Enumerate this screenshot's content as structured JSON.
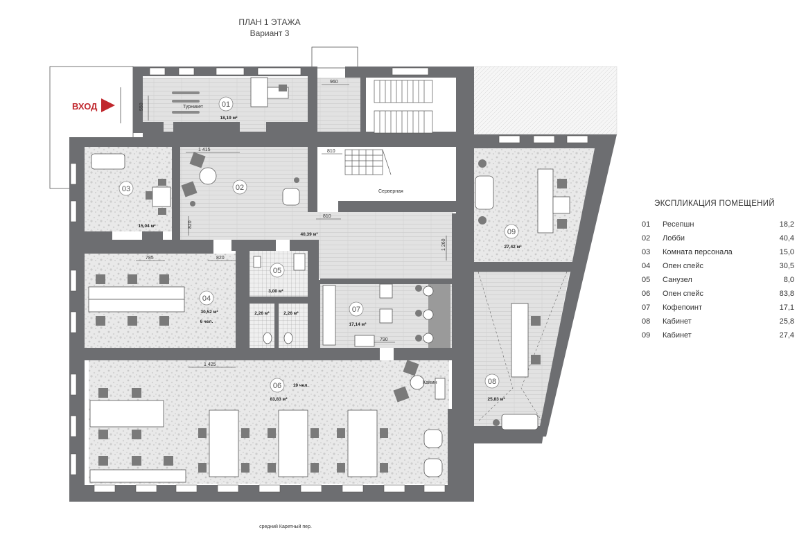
{
  "header": {
    "title": "ПЛАН 1 ЭТАЖА",
    "subtitle": "Вариант 3"
  },
  "entry": {
    "label": "ВХОД"
  },
  "street": {
    "label": "средний Каретный пер."
  },
  "labels": {
    "turnstile": "Турникет",
    "server": "Серверная",
    "fireplace": "Камин"
  },
  "rooms": [
    {
      "num": "01",
      "area_label": "18,19 м²"
    },
    {
      "num": "02",
      "area_label": "40,39 м²"
    },
    {
      "num": "03",
      "area_label": "15,04 м²"
    },
    {
      "num": "04",
      "area_label": "30,52 м²",
      "people": "6 чел."
    },
    {
      "num": "05",
      "area_label": "3,00 м²"
    },
    {
      "num": "06",
      "area_label": "83,83 м²",
      "people": "19 чел."
    },
    {
      "num": "07",
      "area_label": "17,14 м²"
    },
    {
      "num": "08",
      "area_label": "25,83 м²"
    },
    {
      "num": "09",
      "area_label": "27,42 м²"
    }
  ],
  "wc": [
    {
      "area_label": "2,26 м²"
    },
    {
      "area_label": "2,26 м²"
    }
  ],
  "dimensions": {
    "d960": "960",
    "d550": "550",
    "d810a": "810",
    "d1415": "1 415",
    "d820a": "820",
    "d810b": "810",
    "d1260": "1 260",
    "d785": "785",
    "d820b": "820",
    "d790": "790",
    "d1425": "1 425"
  },
  "legend": {
    "title": "ЭКСПЛИКАЦИЯ  ПОМЕЩЕНИЙ",
    "rows": [
      {
        "num": "01",
        "name": "Ресепшн",
        "area": "18,2"
      },
      {
        "num": "02",
        "name": "Лобби",
        "area": "40,4"
      },
      {
        "num": "03",
        "name": "Комната персонала",
        "area": "15,0"
      },
      {
        "num": "04",
        "name": "Опен спейс",
        "area": "30,5"
      },
      {
        "num": "05",
        "name": "Санузел",
        "area": "8,0"
      },
      {
        "num": "06",
        "name": "Опен спейс",
        "area": "83,8"
      },
      {
        "num": "07",
        "name": "Кофепоинт",
        "area": "17,1"
      },
      {
        "num": "08",
        "name": "Кабинет",
        "area": "25,8"
      },
      {
        "num": "09",
        "name": "Кабинет",
        "area": "27,4"
      }
    ]
  },
  "colors": {
    "wall": "#6d6e71",
    "entry_accent": "#c0272d",
    "floor_stone": "#e6e6e6",
    "floor_wood": "#dcdcdc"
  },
  "icons": [
    "entry-arrow-icon",
    "chair-icon",
    "armchair-icon",
    "sofa-icon",
    "desk-icon",
    "stairs-icon",
    "toilet-icon",
    "sink-icon"
  ]
}
